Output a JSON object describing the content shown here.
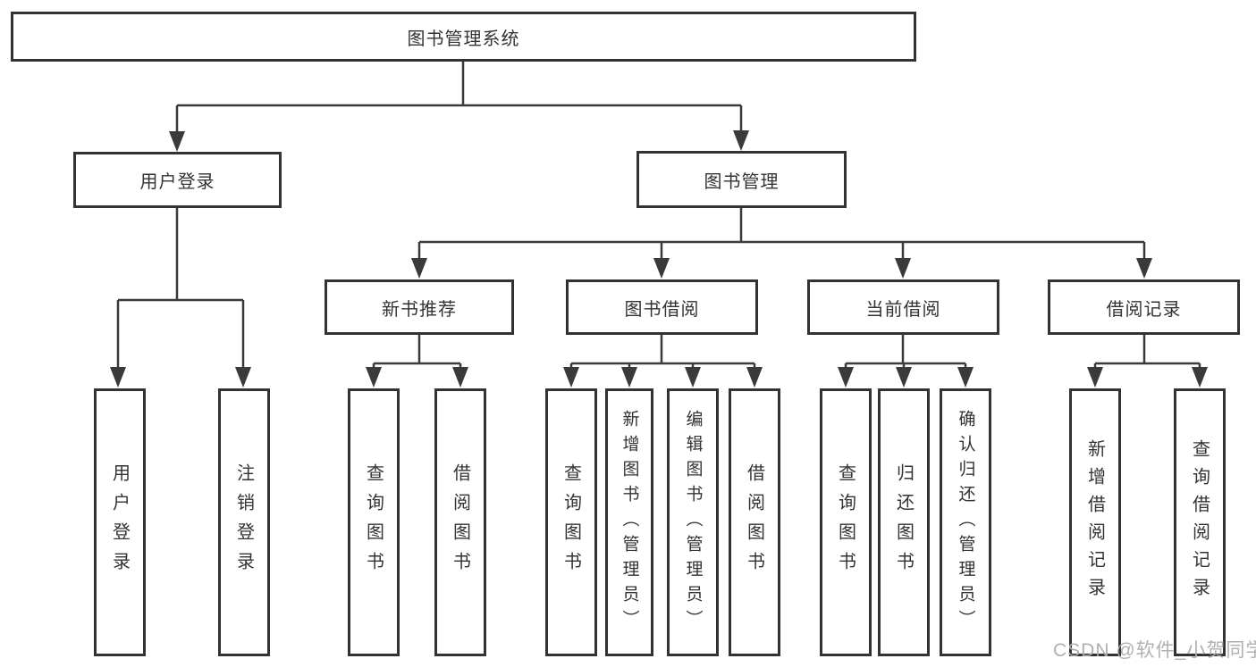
{
  "nodes": {
    "root": "图书管理系统",
    "user_login": "用户登录",
    "book_management": "图书管理",
    "new_book_recommend": "新书推荐",
    "book_borrowing": "图书借阅",
    "current_borrowing": "当前借阅",
    "borrowing_records": "借阅记录",
    "leaf_user_login": "用户登录",
    "leaf_logout": "注销登录",
    "leaf_query_book_1": "查询图书",
    "leaf_borrow_book_1": "借阅图书",
    "leaf_query_book_2": "查询图书",
    "leaf_add_book_admin": "新增图书（管理员）",
    "leaf_edit_book_admin": "编辑图书（管理员）",
    "leaf_borrow_book_2": "借阅图书",
    "leaf_query_book_3": "查询图书",
    "leaf_return_book": "归还图书",
    "leaf_confirm_return_admin": "确认归还（管理员）",
    "leaf_add_borrow_record": "新增借阅记录",
    "leaf_query_borrow_record": "查询借阅记录"
  },
  "hierarchy": {
    "label": "图书管理系统",
    "children": [
      {
        "label": "用户登录",
        "children": [
          {
            "label": "用户登录"
          },
          {
            "label": "注销登录"
          }
        ]
      },
      {
        "label": "图书管理",
        "children": [
          {
            "label": "新书推荐",
            "children": [
              {
                "label": "查询图书"
              },
              {
                "label": "借阅图书"
              }
            ]
          },
          {
            "label": "图书借阅",
            "children": [
              {
                "label": "查询图书"
              },
              {
                "label": "新增图书（管理员）"
              },
              {
                "label": "编辑图书（管理员）"
              },
              {
                "label": "借阅图书"
              }
            ]
          },
          {
            "label": "当前借阅",
            "children": [
              {
                "label": "查询图书"
              },
              {
                "label": "归还图书"
              },
              {
                "label": "确认归还（管理员）"
              }
            ]
          },
          {
            "label": "借阅记录",
            "children": [
              {
                "label": "新增借阅记录"
              },
              {
                "label": "查询借阅记录"
              }
            ]
          }
        ]
      }
    ]
  },
  "watermark": {
    "text": "CSDN @软件_小贺同学"
  },
  "colors": {
    "line": "#3a3a3a",
    "box_border": "#333333",
    "text": "#333333",
    "background": "#ffffff",
    "watermark": "#acacac"
  }
}
